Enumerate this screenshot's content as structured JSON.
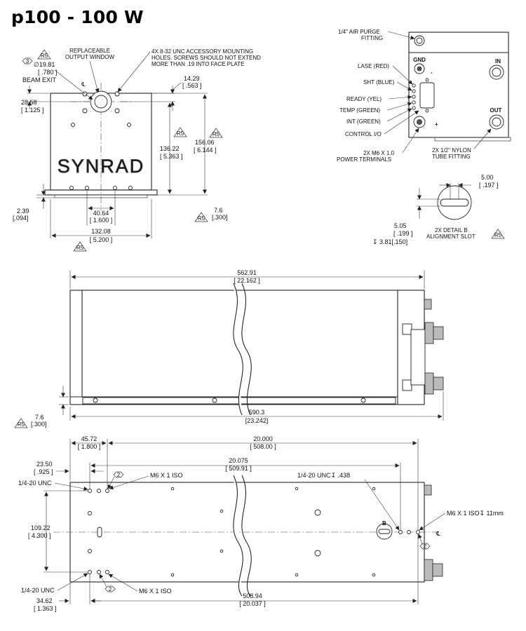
{
  "title": "p100 - 100 W",
  "rev": "R5",
  "front_view": {
    "replaceable_window": [
      "REPLACEABLE",
      "OUTPUT WINDOW"
    ],
    "mounting_note": [
      "4X 8-32 UNC ACCESSORY MOUNTING",
      "HOLES.  SCREWS SHOULD NOT EXTEND",
      "MORE THAN .19 INTO FACE PLATE"
    ],
    "beam_note_num": "3",
    "beam_dia": "∅19.81",
    "beam_dia_in": "[ .780 ]",
    "beam_exit": "BEAM EXIT",
    "centerline": "℄",
    "logo": "SYNRAD",
    "d_28_58": "28.58",
    "d_28_58_in": "[ 1.125 ]",
    "d_14_29": "14.29",
    "d_14_29_in": "[ .563 ]",
    "d_136_22": "136.22",
    "d_136_22_in": "[ 5.363 ]",
    "d_156_06": "156.06",
    "d_156_06_in": "[ 6.144 ]",
    "d_2_39": "2.39",
    "d_2_39_in": "[.094]",
    "d_40_64": "40.64",
    "d_40_64_in": "[ 1.600 ]",
    "d_132_08": "132.08",
    "d_132_08_in": "[ 5.200 ]",
    "d_7_6": "7.6",
    "d_7_6_in": "[.300]"
  },
  "rear_view": {
    "air_purge": [
      "1/4\" AIR PURGE",
      "FITTING"
    ],
    "gnd": "GND",
    "in": "IN",
    "out": "OUT",
    "lase": "LASE (RED)",
    "sht": "SHT (BLUE)",
    "ready": "READY (YEL)",
    "temp": "TEMP (GREEN)",
    "int": "INT (GREEN)",
    "control": "CONTROL I/O",
    "power_terminals": [
      "2X M6 X 1.0",
      "POWER TERMINALS"
    ],
    "tube_fitting": [
      "2X 1/2\" NYLON",
      "TUBE FITTING"
    ],
    "plus": "+",
    "minus": "-"
  },
  "detail_b": {
    "d_5_00": "5.00",
    "d_5_00_in": "[ .197 ]",
    "d_5_05": "5.05",
    "d_5_05_in": "[ .199 ]",
    "depth": "↧ 3.81[.150]",
    "label": [
      "2X DETAIL B",
      "ALIGNMENT SLOT"
    ]
  },
  "side_view": {
    "d_562_91": "562.91",
    "d_562_91_in": "[ 22.162 ]",
    "d_590_3": "590.3",
    "d_590_3_in": "[23.242]",
    "d_7_6": "7.6",
    "d_7_6_in": "[.300]"
  },
  "bottom_view": {
    "d_45_72": "45.72",
    "d_45_72_in": "[ 1.800 ]",
    "d_20_000": "20.000",
    "d_20_000_in": "[ 508.00 ]",
    "d_20_075": "20.075",
    "d_20_075_in": "[ 509.91 ]",
    "d_23_50": "23.50",
    "d_23_50_in": "[ .925 ]",
    "unc_top": "1/4-20 UNC",
    "unc_bottom": "1/4-20 UNC",
    "unc_depth": "1/4-20 UNC↧ .438",
    "m6_top": "M6 X 1 ISO",
    "m6_bottom": "M6 X 1 ISO",
    "m6_right": "M6 X 1 ISO↧ 11mm",
    "note2": "2",
    "d_109_22": "109.22",
    "d_109_22_in": "[ 4.300 ]",
    "detail_b_label": "B",
    "d_34_62": "34.62",
    "d_34_62_in": "[ 1.363 ]",
    "d_508_94": "508.94",
    "d_508_94_in": "[ 20.037 ]",
    "centerline": "℄"
  }
}
